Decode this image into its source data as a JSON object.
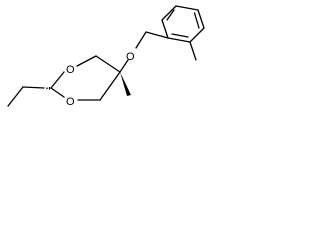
{
  "molecule": {
    "atom_labels": {
      "ring_oxygen_upper": "O",
      "ring_oxygen_lower": "O",
      "ether_oxygen": "O"
    },
    "bond_color": "#000000",
    "background_color": "#ffffff"
  }
}
